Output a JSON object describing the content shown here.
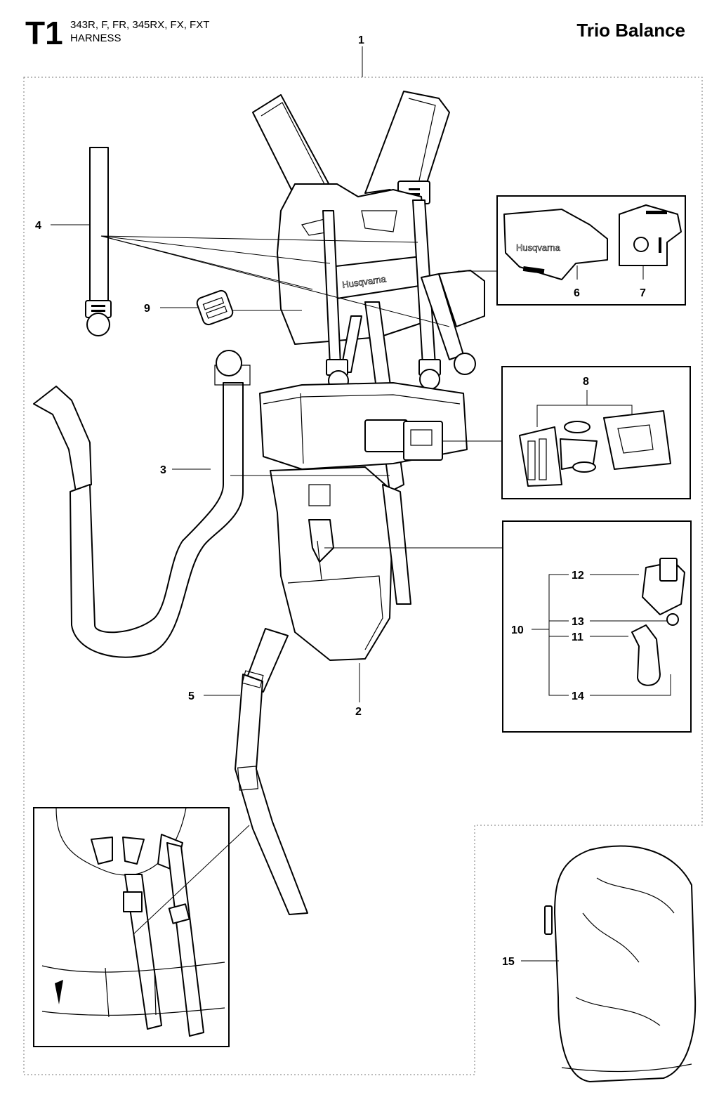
{
  "header": {
    "code": "T1",
    "models": "343R, F, FR, 345RX, FX, FXT",
    "section": "HARNESS",
    "title": "Trio Balance"
  },
  "logo_text": "Husqvarna",
  "callouts": {
    "c1": "1",
    "c2": "2",
    "c3": "3",
    "c4": "4",
    "c5": "5",
    "c6": "6",
    "c7": "7",
    "c8": "8",
    "c9": "9",
    "c10": "10",
    "c11": "11",
    "c12": "12",
    "c13": "13",
    "c14": "14",
    "c15": "15"
  }
}
